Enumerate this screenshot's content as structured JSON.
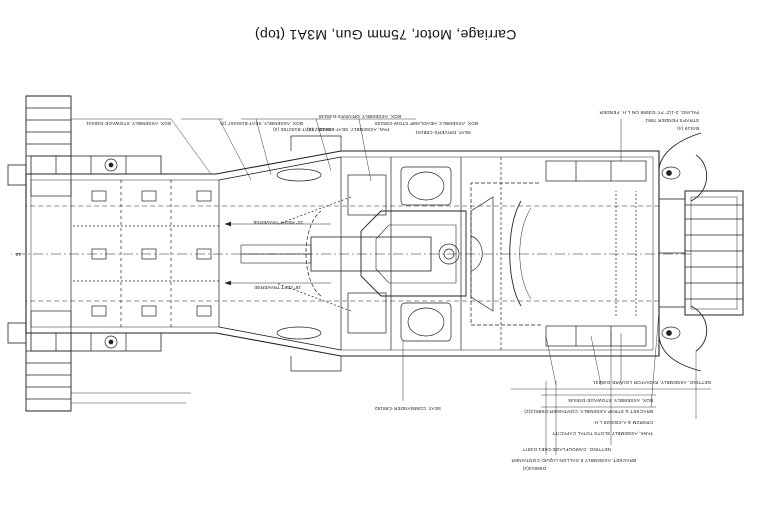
{
  "title": "Carriage, Motor, 75mm Gun, M3A1 (top)",
  "callouts": [
    {
      "id": "c1",
      "text": "BOX, ASSEMBLY, STOWAGE-D48441"
    },
    {
      "id": "c2",
      "text": "BOX, ASSEMBLY, SEAT-B193467 (3)"
    },
    {
      "id": "c3",
      "text": "PAN, ASSEMBLY, SEAT-B193467 (3)"
    },
    {
      "id": "c4",
      "text": "RACK, SEAT-B193705 (3)"
    },
    {
      "id": "c5",
      "text": "BOX, ASSEMBLY, HEADLAMP STOW-C88228"
    },
    {
      "id": "c6",
      "text": "BOX, ASSEMBLY, DRIVERS-D48448"
    },
    {
      "id": "c7",
      "text": "SEAT, DRIVERS-C88181"
    },
    {
      "id": "c8",
      "text": "PALING, 2-1/2\" FT.-D3588 ON L.H. FENDER"
    },
    {
      "id": "c9",
      "text": "STRAPS FENDER 7881"
    },
    {
      "id": "c10",
      "text": "B4419 (4)"
    },
    {
      "id": "c11",
      "text": "BOX, ASSEMBLY, STOWAGE-D48445"
    },
    {
      "id": "c12",
      "text": "BRACKET & STRAP ASSEMBLY, CONTAINER-D68813(2)"
    },
    {
      "id": "c13",
      "text": "CRSR2M & A-CB3028 L.H."
    },
    {
      "id": "c14",
      "text": "TANK, ASSEMBLY SLOTS TOTAL CAPACITY"
    },
    {
      "id": "c15",
      "text": "SEAT, COMMANDER-C88182"
    },
    {
      "id": "c16",
      "text": "NETTING, CAMOUFLAGE-D6E1 D4877"
    },
    {
      "id": "c17",
      "text": "BRACKET, ASSEMBLY 5 GALLON LIQUID CONTAINER"
    },
    {
      "id": "c18",
      "text": "D56813(2)"
    },
    {
      "id": "c19",
      "text": "NETTING, ASSEMBLY, RADIATOR LOUVRE-D48431"
    }
  ],
  "dimensions": {
    "left_traverse": "19\" LEFT TRAVERSE",
    "right_traverse": "21\" RIGHT TRAVERSE",
    "end_mark": "12"
  }
}
